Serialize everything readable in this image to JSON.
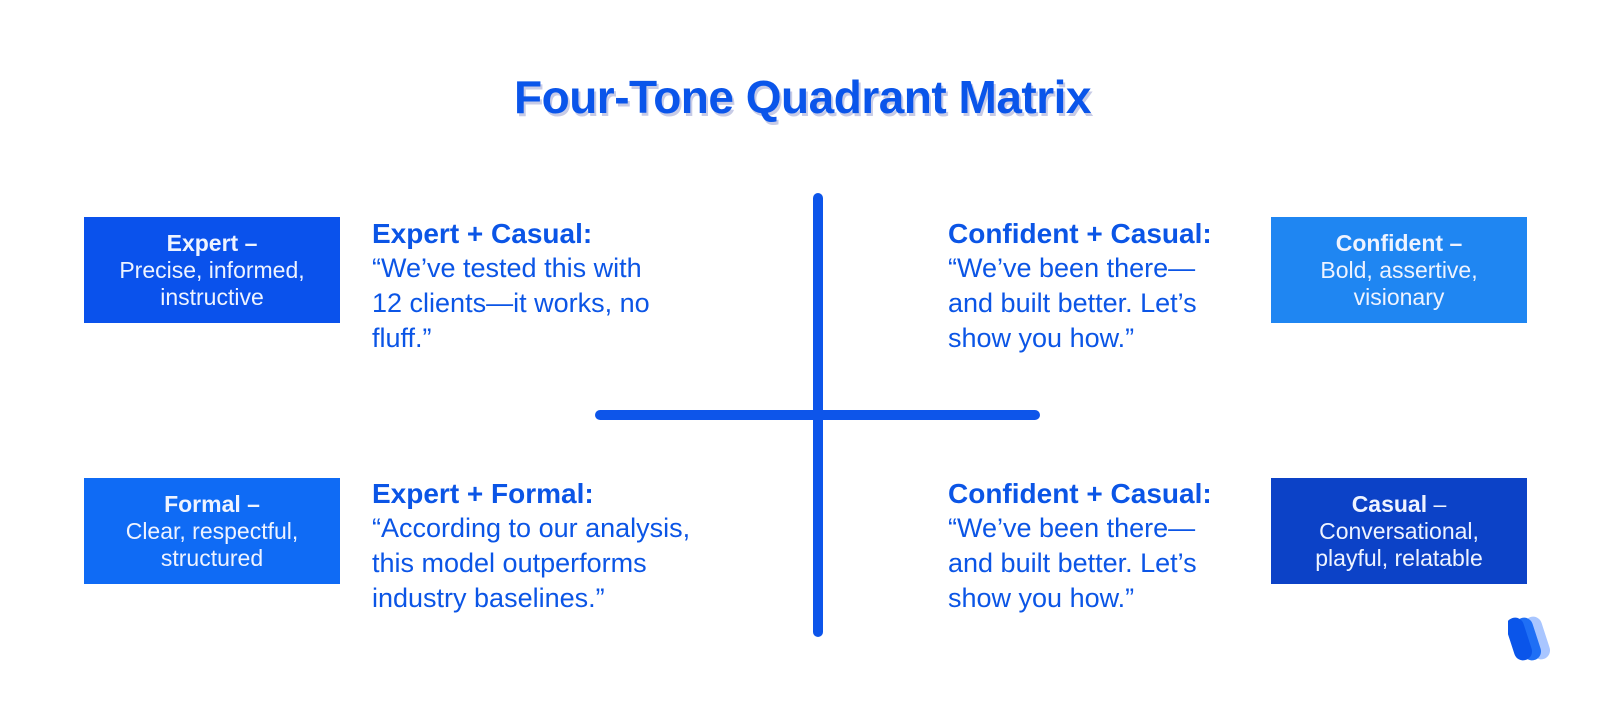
{
  "title": "Four-Tone Quadrant Matrix",
  "colors": {
    "title": "#0a55ea",
    "text": "#0b55e6",
    "axis": "#0d55ea",
    "tag_expert": "#0a52ec",
    "tag_confident": "#1f86f2",
    "tag_formal": "#0f6bf5",
    "tag_casual": "#0c42c7"
  },
  "tags": {
    "expert": {
      "label": "Expert",
      "dash": " –",
      "lines": [
        "Precise, informed,",
        "instructive"
      ]
    },
    "confident": {
      "label": "Confident",
      "dash": " –",
      "lines": [
        "Bold, assertive,",
        "visionary"
      ]
    },
    "formal": {
      "label": "Formal",
      "dash": " –",
      "lines": [
        "Clear, respectful,",
        "structured"
      ]
    },
    "casual": {
      "label": "Casual",
      "dash": " –",
      "lines": [
        "Conversational,",
        "playful, relatable"
      ]
    }
  },
  "quadrants": {
    "top_left": {
      "title": "Expert + Casual:",
      "lines": [
        "“We’ve tested this with",
        "12 clients—it works, no",
        "fluff.”"
      ]
    },
    "top_right": {
      "title": "Confident + Casual:",
      "lines": [
        "“We’ve been there—",
        "and built better. Let’s",
        "show you how.”"
      ]
    },
    "bottom_left": {
      "title": "Expert + Formal:",
      "lines": [
        "“According to our analysis,",
        "this model outperforms",
        "industry baselines.”"
      ]
    },
    "bottom_right": {
      "title": "Confident + Casual:",
      "lines": [
        "“We’ve been there—",
        "and built better. Let’s",
        "show you how.”"
      ]
    }
  },
  "logo": {
    "icon": "brand-logo-icon"
  }
}
